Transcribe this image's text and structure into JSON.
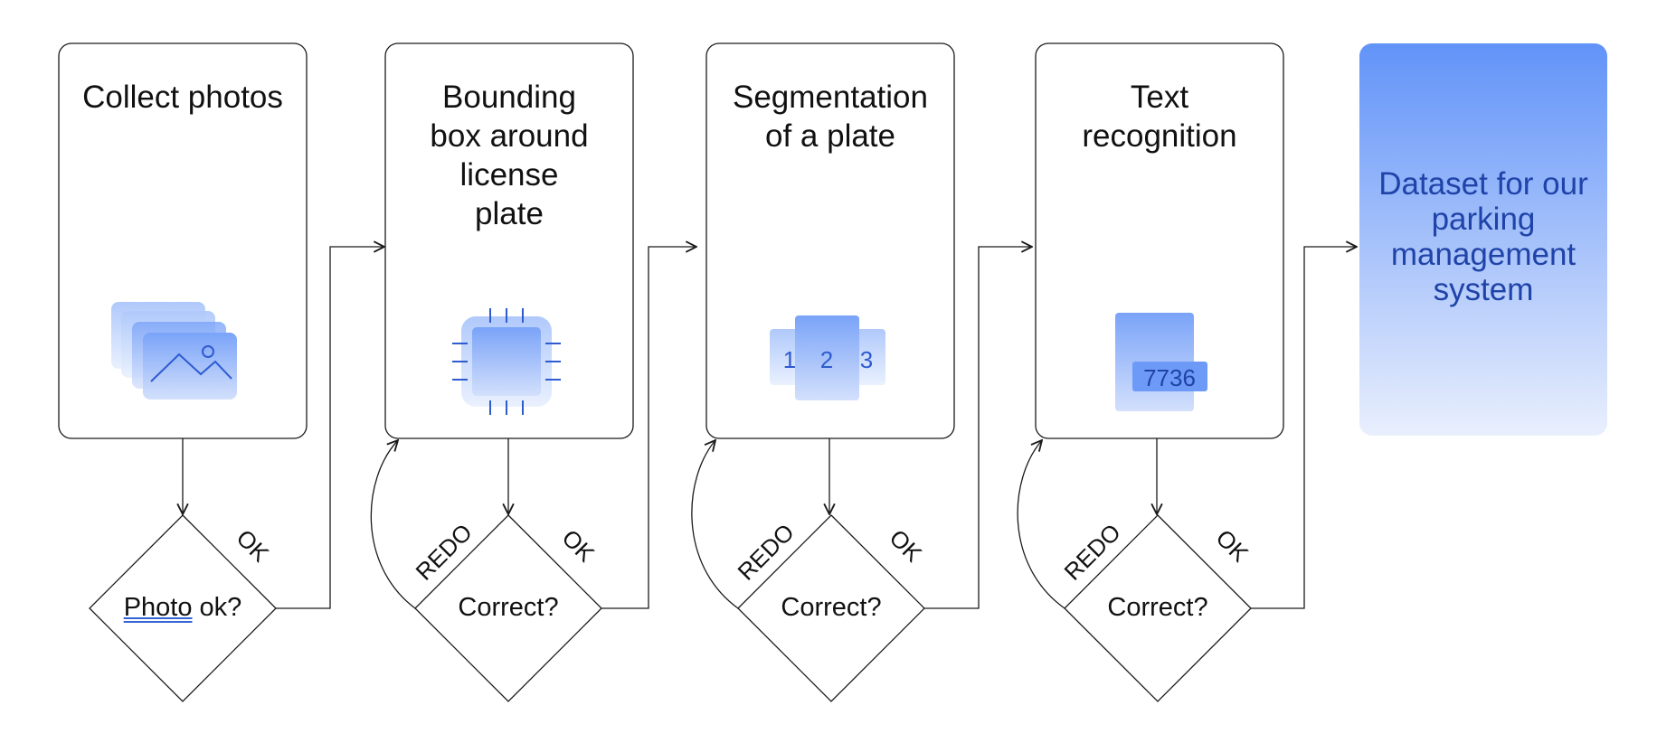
{
  "stages": [
    {
      "title": "Collect photos",
      "icon": "photos-icon"
    },
    {
      "title": "Bounding box around license plate",
      "icon": "chip-icon"
    },
    {
      "title": "Segmentation of a plate",
      "icon": "segmentation-icon"
    },
    {
      "title": "Text recognition",
      "icon": "text-recognition-icon"
    }
  ],
  "output": {
    "title": "Dataset for our parking management system"
  },
  "decisions": [
    {
      "word": "Photo",
      "rest": " ok?"
    },
    {
      "label": "Correct?"
    },
    {
      "label": "Correct?"
    },
    {
      "label": "Correct?"
    }
  ],
  "edge_labels": {
    "ok": "OK",
    "redo": "REDO"
  },
  "icon_texts": {
    "seg_1": "1",
    "seg_2": "2",
    "seg_3": "3",
    "plate_number": "7736"
  },
  "colors": {
    "accent": "#5b8df6",
    "accent_dark": "#1f43a8",
    "accent_light": "#dbe6fd",
    "stroke": "#1a1a1a"
  }
}
